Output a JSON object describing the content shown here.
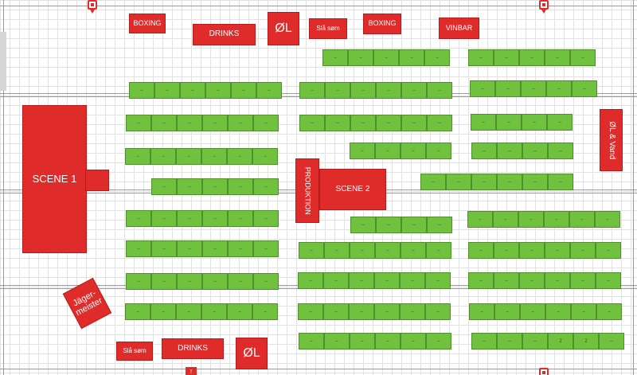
{
  "colors": {
    "stage": "#e02b2b",
    "table": "#70c23e",
    "grid": "#e2e2e2"
  },
  "labels": {
    "boxing_1": "BOXING",
    "drinks_top": "DRINKS",
    "ol_top": "ØL",
    "sla_som_top": "Slå søm",
    "boxing_2": "BOXING",
    "vinbar": "VINBAR",
    "scene_1": "SCENE 1",
    "produktion": "PRODUKTION",
    "scene_2": "SCENE 2",
    "ol_vand": "ØL & Vand",
    "jagermeister": "Jäger-\nmeister",
    "sla_som_bottom": "Slå søm",
    "drinks_bottom": "DRINKS",
    "ol_bottom": "ØL",
    "table_dash": "–",
    "table_num_a": "2",
    "table_num_b": "2"
  },
  "icons": [
    "fire-hose-icon",
    "emergency-exit-icon"
  ]
}
